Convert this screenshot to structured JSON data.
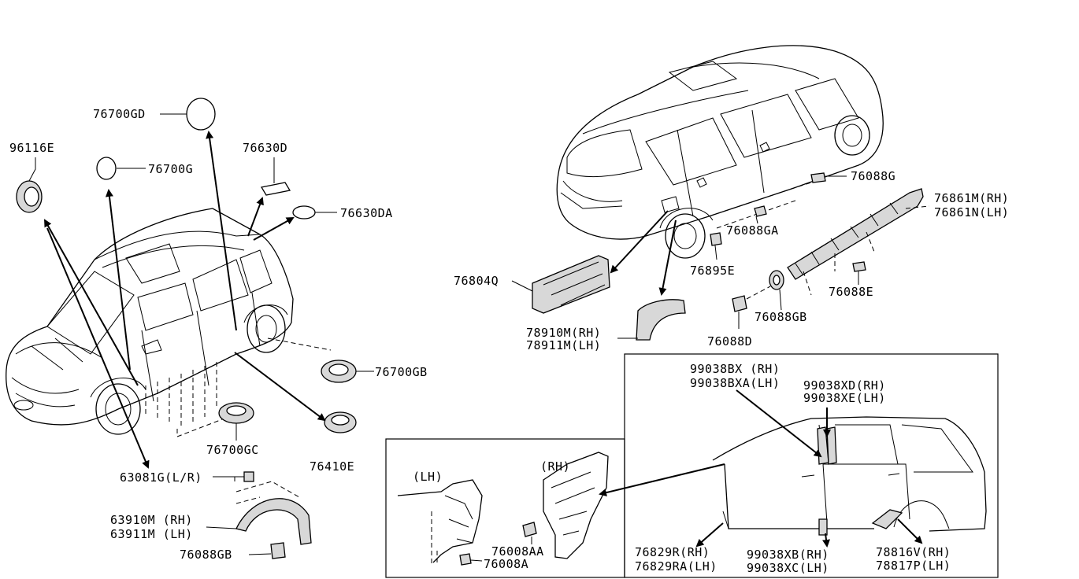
{
  "labels": {
    "p96116E": "96116E",
    "p76700GD": "76700GD",
    "p76700G": "76700G",
    "p76630D": "76630D",
    "p76630DA": "76630DA",
    "p76700GB": "76700GB",
    "p76700GC": "76700GC",
    "p76410E": "76410E",
    "p63081G": "63081G(L/R)",
    "p63910M": "63910M (RH)",
    "p63911M": "63911M (LH)",
    "p76088GB_a": "76088GB",
    "p76088G": "76088G",
    "p76861M": "76861M(RH)",
    "p76861N": "76861N(LH)",
    "p76088GA": "76088GA",
    "p76895E": "76895E",
    "p76088E": "76088E",
    "p76804Q": "76804Q",
    "p76088GB_b": "76088GB",
    "p78910M": "78910M(RH)",
    "p78911M": "78911M(LH)",
    "p76088D": "76088D",
    "p99038BX": "99038BX (RH)",
    "p99038BXA": "99038BXA(LH)",
    "p99038XD": "99038XD(RH)",
    "p99038XE": "99038XE(LH)",
    "p76829R": "76829R(RH)",
    "p76829RA": "76829RA(LH)",
    "p99038XB": "99038XB(RH)",
    "p99038XC": "99038XC(LH)",
    "p78816V": "78816V(RH)",
    "p78817P": "78817P(LH)",
    "inset_lh": "(LH)",
    "inset_rh": "(RH)",
    "p76008AA": "76008AA",
    "p76008A": "76008A"
  }
}
